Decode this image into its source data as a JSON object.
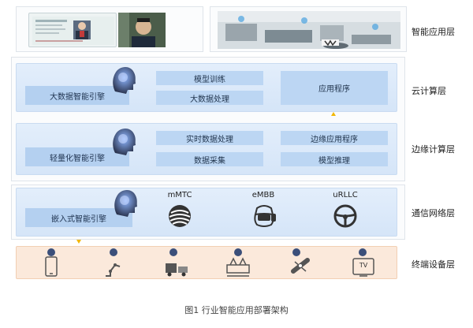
{
  "layers": {
    "app": "智能应用层",
    "cloud": "云计算层",
    "edge": "边缘计算层",
    "network": "通信网络层",
    "terminal": "终端设备层"
  },
  "cloud": {
    "engine": "大数据智能引擎",
    "model_training": "模型训练",
    "big_data_processing": "大数据处理",
    "application": "应用程序"
  },
  "edge": {
    "engine": "轻量化智能引擎",
    "realtime_processing": "实时数据处理",
    "data_collection": "数据采集",
    "edge_application": "边缘应用程序",
    "model_inference": "模型推理"
  },
  "network": {
    "engine": "嵌入式智能引擎",
    "mmtc": "mMTC",
    "embb": "eMBB",
    "urllc": "uRLLC"
  },
  "terminal": {
    "tv_label": "TV"
  },
  "caption": "图1  行业智能应用部署架构",
  "colors": {
    "panel_blue": "#d5e5f8",
    "box_blue": "#bcd6f3",
    "terminal_orange": "#fbe9db",
    "arrow_yellow": "#f2b705"
  }
}
